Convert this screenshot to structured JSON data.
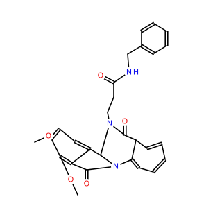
{
  "molecule": {
    "atoms": [
      {
        "id": "N_amide",
        "symbol": "N",
        "hydrogens": "H"
      },
      {
        "id": "O_amide",
        "symbol": "O"
      },
      {
        "id": "N_ring",
        "symbol": "N"
      },
      {
        "id": "O_keto1",
        "symbol": "O"
      },
      {
        "id": "N_bridge",
        "symbol": "N"
      },
      {
        "id": "O_keto2",
        "symbol": "O"
      },
      {
        "id": "O_meth1",
        "symbol": "O"
      },
      {
        "id": "O_meth2",
        "symbol": "O"
      }
    ],
    "colors": {
      "nitrogen": "#1010ee",
      "oxygen": "#ee1010",
      "carbon_bond": "#000000",
      "background": "#ffffff"
    }
  }
}
